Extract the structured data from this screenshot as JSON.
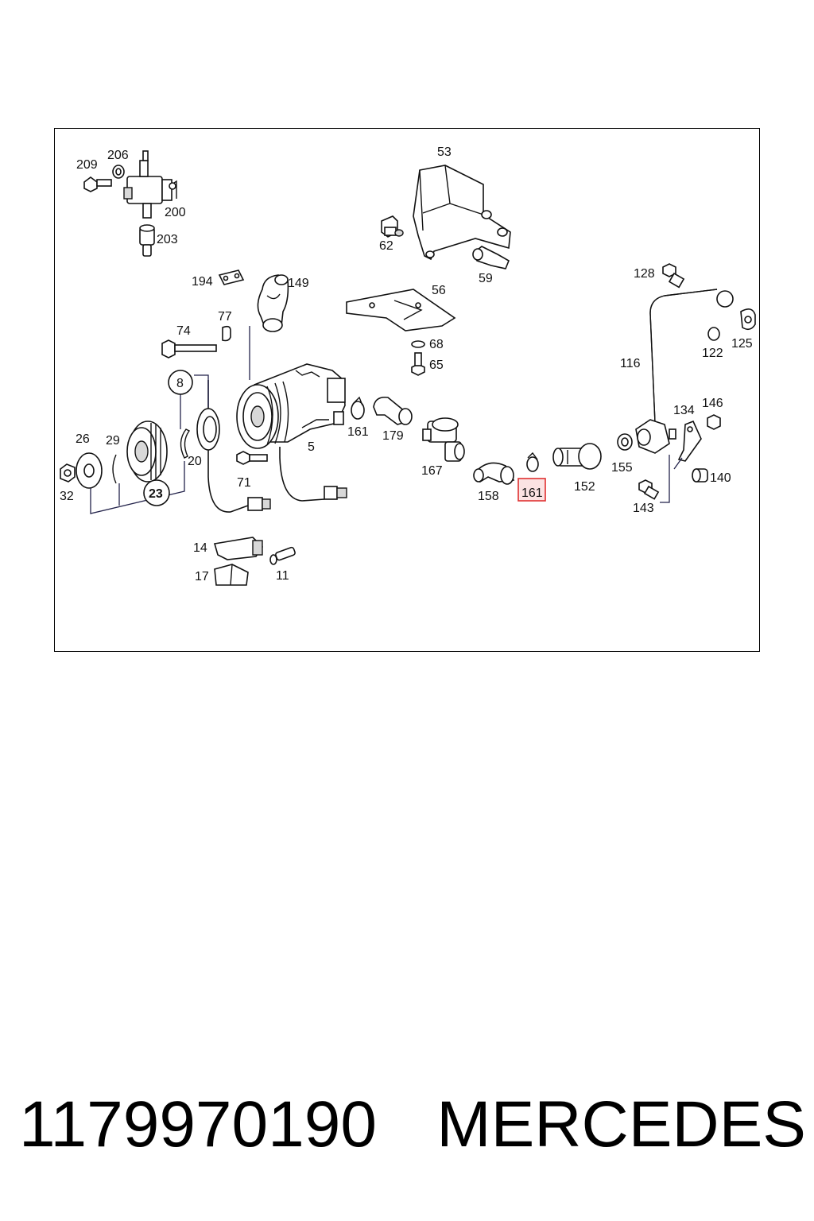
{
  "diagram": {
    "callouts": {
      "c209": "209",
      "c206": "206",
      "c200": "200",
      "c203": "203",
      "c53": "53",
      "c62": "62",
      "c59": "59",
      "c194": "194",
      "c149": "149",
      "c56": "56",
      "c68": "68",
      "c65": "65",
      "c74": "74",
      "c77": "77",
      "c8": "8",
      "c128": "128",
      "c122": "122",
      "c125": "125",
      "c116": "116",
      "c26": "26",
      "c29": "29",
      "c20": "20",
      "c23": "23",
      "c32": "32",
      "c5": "5",
      "c71": "71",
      "c161a": "161",
      "c179": "179",
      "c167": "167",
      "c158": "158",
      "c161b": "161",
      "c152": "152",
      "c155": "155",
      "c134": "134",
      "c146": "146",
      "c140": "140",
      "c143": "143",
      "c14": "14",
      "c17": "17",
      "c11": "11"
    },
    "highlight_color": "#e03030",
    "highlight_fill": "#fbe3e3"
  },
  "caption": {
    "part_number": "1179970190",
    "brand": "MERCEDES"
  }
}
